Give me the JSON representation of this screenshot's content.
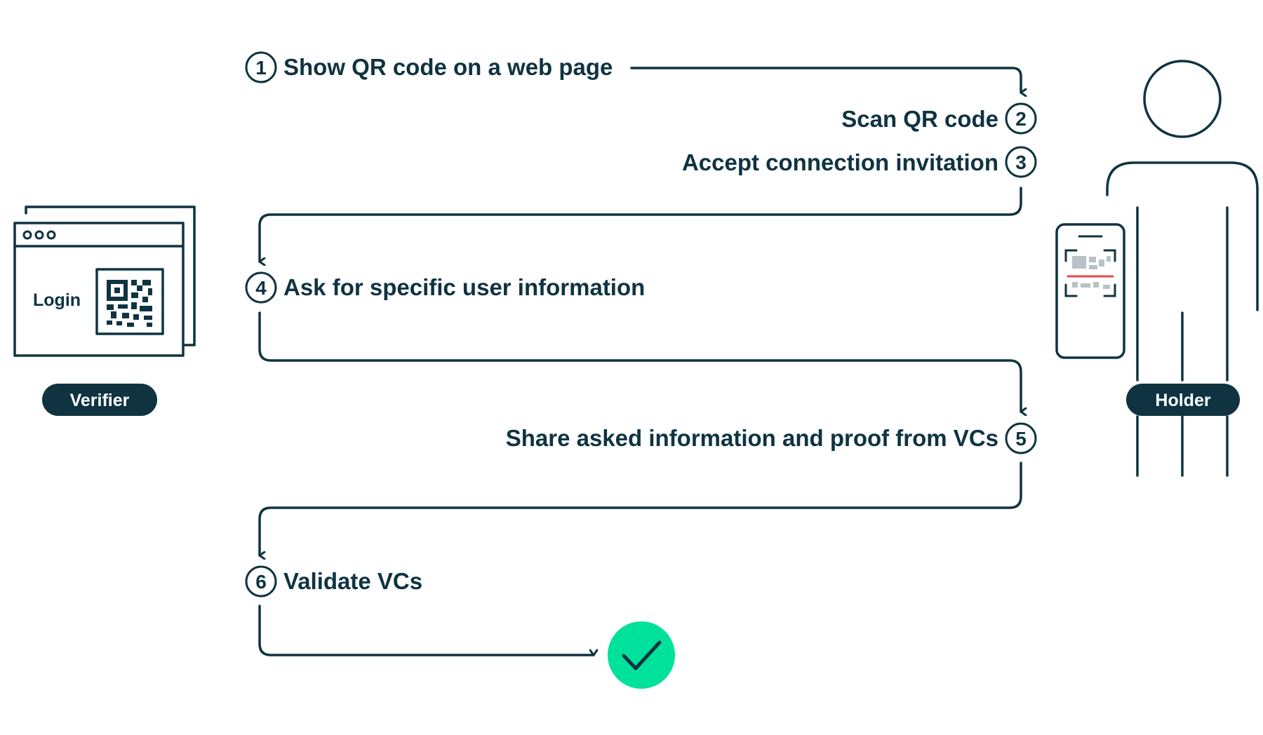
{
  "steps": [
    {
      "number": "1",
      "label": "Show QR code on a web page"
    },
    {
      "number": "2",
      "label": "Scan QR code"
    },
    {
      "number": "3",
      "label": "Accept connection invitation"
    },
    {
      "number": "4",
      "label": "Ask for specific user information"
    },
    {
      "number": "5",
      "label": "Share asked information and proof from VCs"
    },
    {
      "number": "6",
      "label": "Validate VCs"
    }
  ],
  "verifier": {
    "role_label": "Verifier",
    "login_label": "Login"
  },
  "holder": {
    "role_label": "Holder"
  },
  "colors": {
    "ink": "#0f3341",
    "success": "#00e19b",
    "scan_line": "#e8474b",
    "qr_faded": "#b9c2c6"
  },
  "icons": [
    "browser-window-icon",
    "qr-code-icon",
    "person-icon",
    "phone-icon",
    "checkmark-icon"
  ]
}
